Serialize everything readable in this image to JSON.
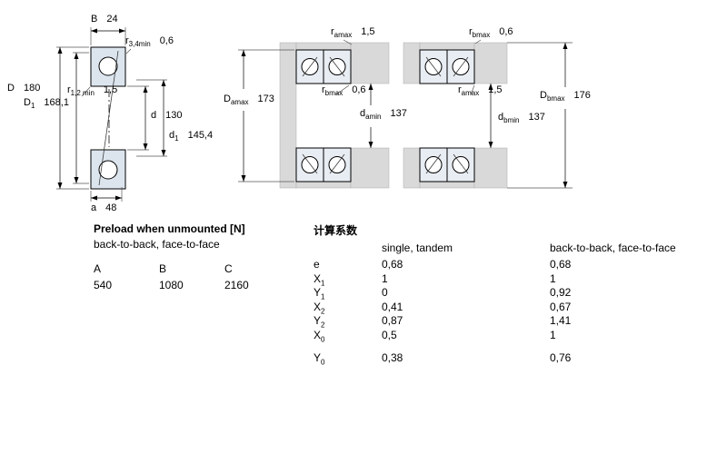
{
  "drawings": {
    "left": {
      "dims": {
        "B": {
          "sym": "B",
          "sub": "",
          "value": "24"
        },
        "r34": {
          "sym": "r",
          "sub": "3,4min",
          "value": "0,6"
        },
        "D": {
          "sym": "D",
          "sub": "",
          "value": "180"
        },
        "r12": {
          "sym": "r",
          "sub": "1,2 min",
          "value": "1,5"
        },
        "D1": {
          "sym": "D",
          "sub": "1",
          "value": "168,1"
        },
        "d": {
          "sym": "d",
          "sub": "",
          "value": "130"
        },
        "d1": {
          "sym": "d",
          "sub": "1",
          "value": "145,4"
        },
        "a": {
          "sym": "a",
          "sub": "",
          "value": "48"
        }
      }
    },
    "middle": {
      "dims": {
        "ramax": {
          "sym": "r",
          "sub": "amax",
          "value": "1,5"
        },
        "Damax": {
          "sym": "D",
          "sub": "amax",
          "value": "173"
        },
        "rbmax": {
          "sym": "r",
          "sub": "bmax",
          "value": "0,6"
        },
        "damin": {
          "sym": "d",
          "sub": "amin",
          "value": "137"
        }
      }
    },
    "right": {
      "dims": {
        "rbmax": {
          "sym": "r",
          "sub": "bmax",
          "value": "0,6"
        },
        "ramax": {
          "sym": "r",
          "sub": "amax",
          "value": "1,5"
        },
        "Dbmax": {
          "sym": "D",
          "sub": "bmax",
          "value": "176"
        },
        "dbmin": {
          "sym": "d",
          "sub": "bmin",
          "value": "137"
        }
      }
    }
  },
  "preload_table": {
    "title": "Preload when unmounted [N]",
    "subtitle": "back-to-back, face-to-face",
    "columns": [
      "A",
      "B",
      "C"
    ],
    "values": [
      "540",
      "1080",
      "2160"
    ]
  },
  "factors_table": {
    "title": "计算系数",
    "col1_header": "single, tandem",
    "col2_header": "back-to-back, face-to-face",
    "rows": [
      {
        "sym": "e",
        "sub": "",
        "v1": "0,68",
        "v2": "0,68"
      },
      {
        "sym": "X",
        "sub": "1",
        "v1": "1",
        "v2": "1"
      },
      {
        "sym": "Y",
        "sub": "1",
        "v1": "0",
        "v2": "0,92"
      },
      {
        "sym": "X",
        "sub": "2",
        "v1": "0,41",
        "v2": "0,67"
      },
      {
        "sym": "Y",
        "sub": "2",
        "v1": "0,87",
        "v2": "1,41"
      },
      {
        "sym": "X",
        "sub": "0",
        "v1": "0,5",
        "v2": "1"
      },
      {
        "sym": "Y",
        "sub": "0",
        "v1": "0,38",
        "v2": "0,76"
      }
    ]
  },
  "colors": {
    "ring_fill": "#dce5ee",
    "pair_ring_fill": "#e8edf3",
    "abutment_gray": "#d9d9d9"
  }
}
